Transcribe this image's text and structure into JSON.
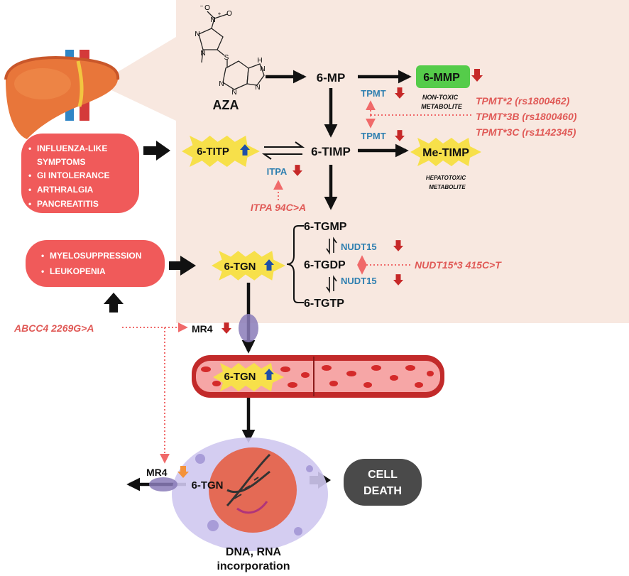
{
  "drug": {
    "label": "AZA"
  },
  "chem": {
    "nitro_n": "N",
    "nitro_o_top": "O",
    "nitro_o_left": "O",
    "minus": "−",
    "plus": "+",
    "n1": "N",
    "n2": "N",
    "s": "S",
    "n3": "N",
    "n4": "N",
    "nh": "H",
    "n5": "N",
    "n6": "N"
  },
  "metabolites": {
    "mp": "6-MP",
    "mmp": "6-MMP",
    "mmp_note_1": "NON-TOXIC",
    "mmp_note_2": "METABOLITE",
    "timp": "6-TIMP",
    "titp": "6-TITP",
    "metimp": "Me-TIMP",
    "metimp_note_1": "HEPATOTOXIC",
    "metimp_note_2": "METABOLITE",
    "tgmp": "6-TGMP",
    "tgdp": "6-TGDP",
    "tgtp": "6-TGTP",
    "tgn": "6-TGN",
    "tgn_blood": "6-TGN",
    "tgn_cell": "6-TGN"
  },
  "enzymes": {
    "tpmt_1": "TPMT",
    "tpmt_2": "TPMT",
    "itpa": "ITPA",
    "nudt15_1": "NUDT15",
    "nudt15_2": "NUDT15",
    "mr4_top": "MR4",
    "mr4_cell": "MR4"
  },
  "variants": {
    "tpmt2": "TPMT*2 (rs1800462)",
    "tpmt3b": "TPMT*3B (rs1800460)",
    "tpmt3c": "TPMT*3C (rs1142345)",
    "itpa": "ITPA 94C>A",
    "nudt15": "NUDT15*3 415C>T",
    "abcc4": "ABCC4 2269G>A"
  },
  "effects": {
    "box1": [
      "INFLUENZA-LIKE",
      "SYMPTOMS",
      "GI INTOLERANCE",
      "ARTHRALGIA",
      "PANCREATITIS"
    ],
    "box2": [
      "MYELOSUPPRESSION",
      "LEUKOPENIA"
    ],
    "cell_death_1": "CELL",
    "cell_death_2": "DEATH",
    "dna_1": "DNA, RNA",
    "dna_2": "incorporation",
    "bullet": "•"
  },
  "colors": {
    "panel_bg": "#f8e8e0",
    "red_box": "#f05a5a",
    "dark_box": "#4a4a4a",
    "variant_red": "#e05a57",
    "enzyme_blue": "#2e7fb0",
    "down_arrow": "#c62828",
    "up_arrow": "#1f4fa8",
    "star_yellow": "#f7e04a",
    "mmp_green": "#55cc4a",
    "dotted_red": "#f06a6a"
  },
  "icons": [
    "liver-icon",
    "down-arrow-icon",
    "up-arrow-icon",
    "blood-vessel-icon",
    "cell-icon",
    "dna-helix-icon",
    "transporter-icon"
  ]
}
